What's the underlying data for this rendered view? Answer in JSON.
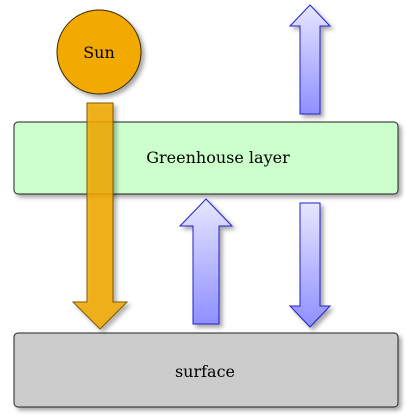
{
  "labels": {
    "sun": "Sun",
    "greenhouse": "Greenhouse layer",
    "surface": "surface"
  },
  "colors": {
    "sun_fill": "#f2a900",
    "sun_stroke": "#3a2a00",
    "greenhouse_fill": "#ccffcc",
    "surface_fill": "#cccccc",
    "box_stroke": "#222222",
    "blue_arrow_light": "#e6e6ff",
    "blue_arrow_dark": "#8f8fff",
    "blue_arrow_stroke": "#2020cc",
    "orange_arrow_fill": "#f2a900",
    "orange_arrow_stroke": "#7a5a00"
  },
  "arrows": [
    {
      "name": "solar-radiation-arrow",
      "meaning": "sun to surface",
      "direction": "down",
      "style": "orange"
    },
    {
      "name": "surface-emission-arrow",
      "meaning": "surface to greenhouse layer",
      "direction": "up",
      "style": "blue"
    },
    {
      "name": "back-radiation-arrow",
      "meaning": "greenhouse layer to surface",
      "direction": "down",
      "style": "blue"
    },
    {
      "name": "escape-to-space-arrow",
      "meaning": "greenhouse layer to space",
      "direction": "up",
      "style": "blue"
    }
  ]
}
